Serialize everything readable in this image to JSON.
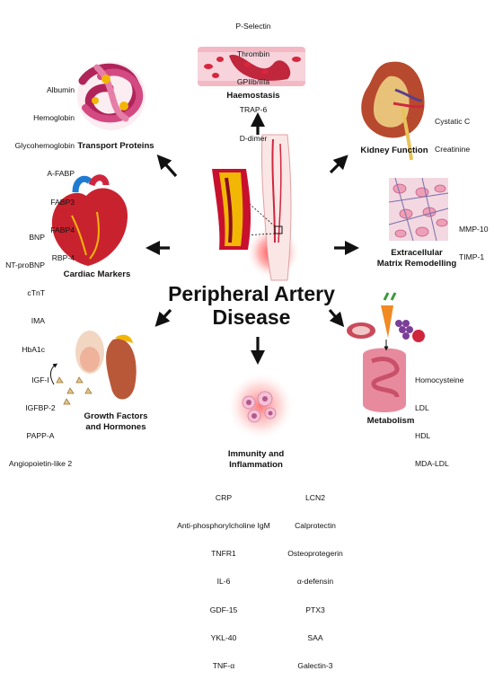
{
  "title_line1": "Peripheral Artery",
  "title_line2": "Disease",
  "haemostasis": {
    "label": "Haemostasis",
    "markers": [
      "P-Selectin",
      "Thrombin",
      "GPIIb/IIIa",
      "TRAP-6",
      "D-dimer"
    ]
  },
  "transport": {
    "label": "Transport Proteins",
    "markers": [
      "Albumin",
      "Hemoglobin",
      "Glycohemoglobin",
      "A-FABP",
      "FABP3",
      "FABP4",
      "RBP-4"
    ]
  },
  "kidney": {
    "label": "Kidney Function",
    "markers": [
      "Cystatic C",
      "Creatinine"
    ]
  },
  "cardiac": {
    "label": "Cardiac Markers",
    "markers": [
      "BNP",
      "NT-proBNP",
      "cTnT",
      "IMA",
      "HbA1c"
    ]
  },
  "ecm": {
    "label_line1": "Extracellular",
    "label_line2": "Matrix Remodelling",
    "markers": [
      "MMP-10",
      "TIMP-1"
    ]
  },
  "growth": {
    "label_line1": "Growth Factors",
    "label_line2": "and Hormones",
    "markers": [
      "IGF-I",
      "IGFBP-2",
      "PAPP-A",
      "Angiopoietin-like 2"
    ]
  },
  "metabolism": {
    "label": "Metabolism",
    "markers": [
      "Homocysteine",
      "LDL",
      "HDL",
      "MDA-LDL"
    ]
  },
  "immunity": {
    "label_line1": "Immunity and",
    "label_line2": "Inflammation",
    "markers_left": [
      "CRP",
      "Anti-phosphorylcholine IgM",
      "TNFR1",
      "IL-6",
      "GDF-15",
      "YKL-40",
      "TNF-α"
    ],
    "markers_right": [
      "LCN2",
      "Calprotectin",
      "Osteoprotegerin",
      "α-defensin",
      "PTX3",
      "SAA",
      "Galectin-3"
    ]
  },
  "colors": {
    "artery_red": "#c8102e",
    "plaque_yellow": "#f2b705",
    "pink": "#e8a0b8",
    "arrow": "#111111"
  }
}
